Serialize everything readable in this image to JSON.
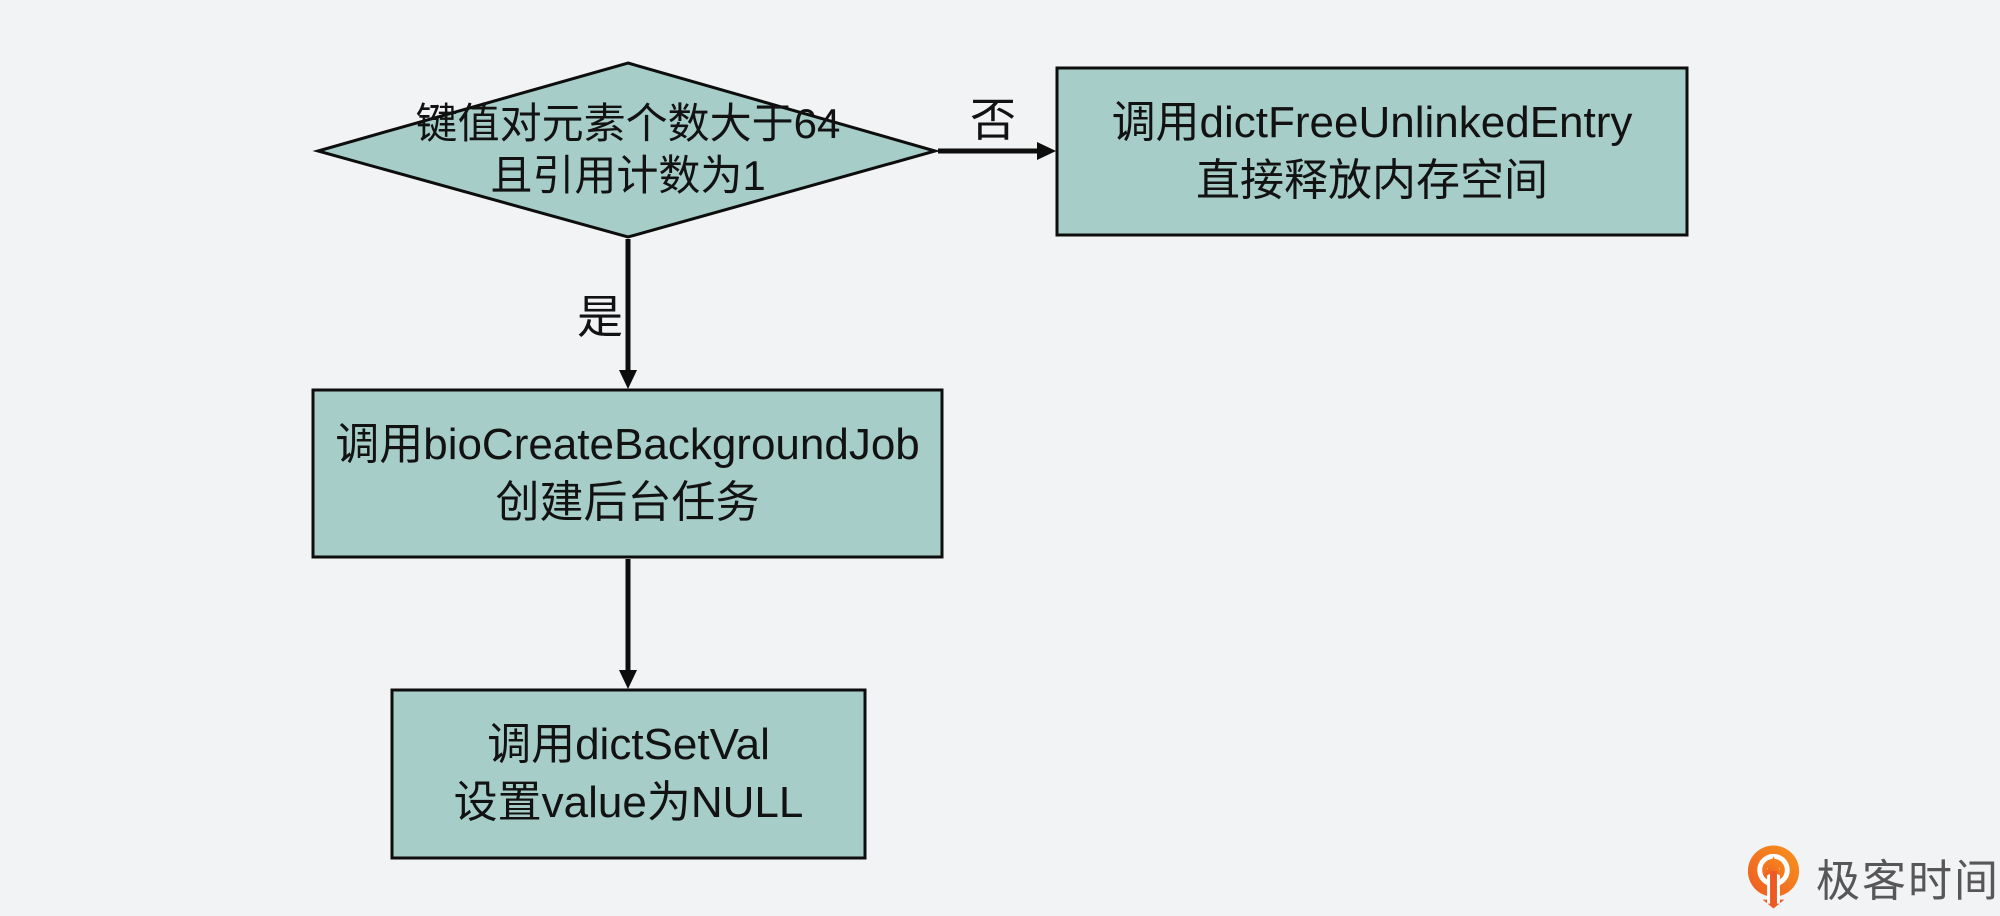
{
  "page": {
    "background_color": "#f2f3f5"
  },
  "flowchart": {
    "node_fill": "#a6cdc8",
    "node_border_color": "#0d0d0d",
    "text_color": "#121212",
    "decision": {
      "line1": "键值对元素个数大于64",
      "line2": "且引用计数为1"
    },
    "no_label": "否",
    "yes_label": "是",
    "free_box": {
      "line1": "调用dictFreeUnlinkedEntry",
      "line2": "直接释放内存空间"
    },
    "bio_box": {
      "line1": "调用bioCreateBackgroundJob",
      "line2": "创建后台任务"
    },
    "setval_box": {
      "line1": "调用dictSetVal",
      "line2": "设置value为NULL"
    }
  },
  "branding": {
    "logo_icon": "geektime-pin-icon",
    "logo_text": "极客时间",
    "logo_orange": "#f05a23",
    "logo_orange_light": "#f7941d",
    "logo_text_color": "#575659"
  }
}
